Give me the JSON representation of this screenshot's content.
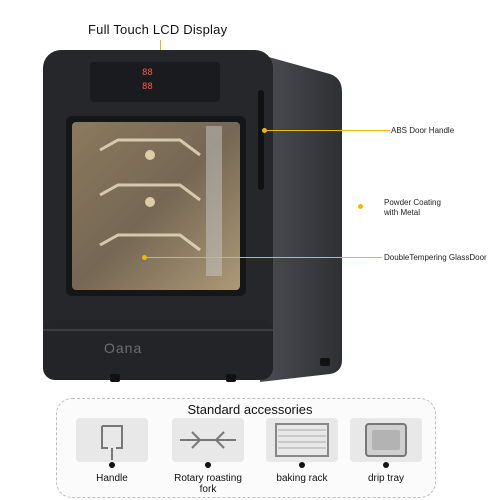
{
  "header": {
    "display_label": "Full Touch LCD Display"
  },
  "features": {
    "door_handle": "ABS Door Handle",
    "coating_line1": "Powder Coating",
    "coating_line2": "with Metal",
    "glass_door": "DoubleTempering GlassDoor"
  },
  "product": {
    "logo_text": "Oana",
    "display_digits_top": "88",
    "display_digits_bottom": "88"
  },
  "accessories": {
    "title": "Standard accessories",
    "items": [
      {
        "label": "Handle",
        "icon": "handle-icon"
      },
      {
        "label_line1": "Rotary roasting",
        "label_line2": "fork",
        "icon": "roasting-fork-icon"
      },
      {
        "label": "baking rack",
        "icon": "baking-rack-icon"
      },
      {
        "label": "drip tray",
        "icon": "drip-tray-icon"
      }
    ]
  },
  "colors": {
    "accent": "#f1b800",
    "body": "#3a3d42",
    "door": "#1f2023"
  }
}
